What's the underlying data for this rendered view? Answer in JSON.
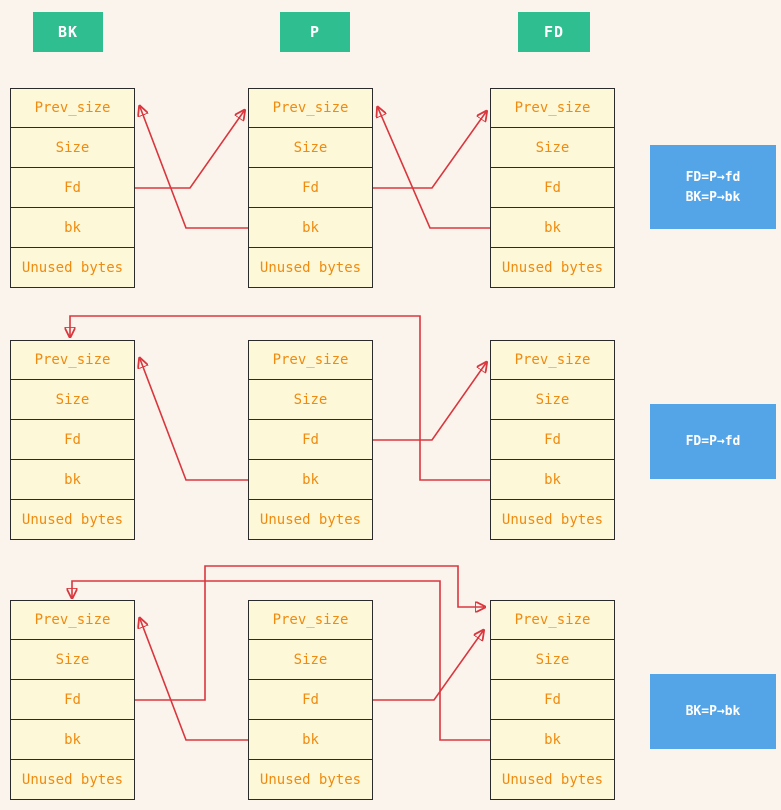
{
  "top_labels": [
    {
      "id": "bk",
      "text": "BK"
    },
    {
      "id": "p",
      "text": "P"
    },
    {
      "id": "fd",
      "text": "FD"
    }
  ],
  "chunk_fields": [
    "Prev_size",
    "Size",
    "Fd",
    "bk",
    "Unused bytes"
  ],
  "annotations": [
    {
      "lines": [
        "FD=P→fd",
        "BK=P→bk"
      ]
    },
    {
      "lines": [
        "FD=P→fd"
      ]
    },
    {
      "lines": [
        "BK=P→bk"
      ]
    }
  ],
  "colors": {
    "background": "#faf4ec",
    "label_green": "#2fbe8f",
    "annotation_blue": "#54a4e8",
    "arrow_red": "#d9363e",
    "cell_fill": "#fdf8d7",
    "cell_text": "#ef8b11",
    "cell_border": "#2b2b2b"
  }
}
